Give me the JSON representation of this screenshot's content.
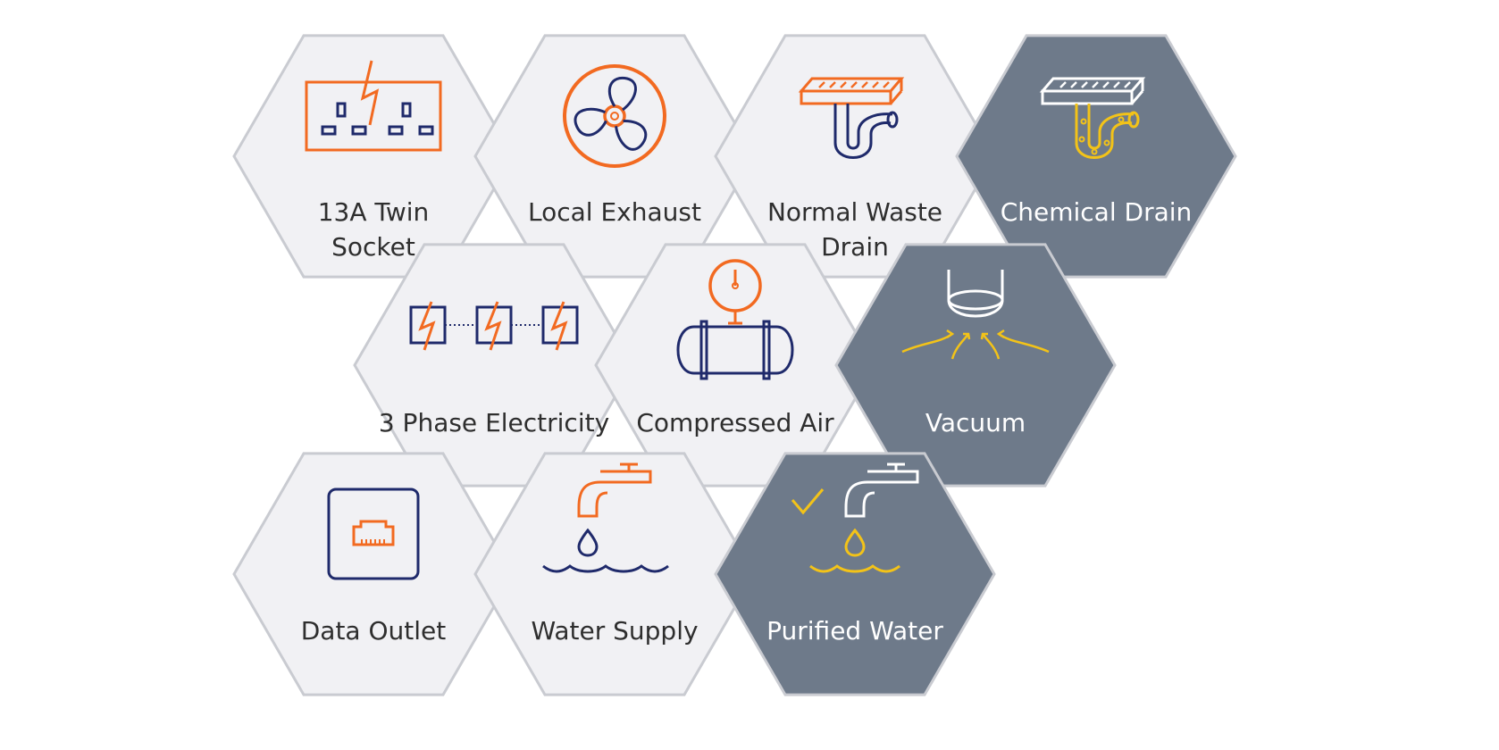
{
  "colors": {
    "light_fill": "#f1f1f4",
    "dark_fill": "#6e7a8a",
    "border": "#c9cbd1",
    "orange": "#f26a21",
    "navy": "#1f2a6b",
    "yellow": "#f3c318",
    "white_line": "#ffffff",
    "light_text": "#2e2e2e",
    "dark_text": "#ffffff"
  },
  "tiles": [
    {
      "id": "socket",
      "lines": [
        "13A Twin",
        "Socket"
      ],
      "theme": "light",
      "icon": "twin-socket-icon"
    },
    {
      "id": "exhaust",
      "lines": [
        "Local Exhaust"
      ],
      "theme": "light",
      "icon": "exhaust-fan-icon"
    },
    {
      "id": "waste",
      "lines": [
        "Normal Waste",
        "Drain"
      ],
      "theme": "light",
      "icon": "waste-drain-icon"
    },
    {
      "id": "chemical",
      "lines": [
        "Chemical Drain"
      ],
      "theme": "dark",
      "icon": "chemical-drain-icon"
    },
    {
      "id": "three-phase",
      "lines": [
        "3 Phase Electricity"
      ],
      "theme": "light",
      "icon": "three-phase-icon"
    },
    {
      "id": "compressed",
      "lines": [
        "Compressed Air"
      ],
      "theme": "light",
      "icon": "compressed-air-icon"
    },
    {
      "id": "vacuum",
      "lines": [
        "Vacuum"
      ],
      "theme": "dark",
      "icon": "vacuum-icon"
    },
    {
      "id": "data",
      "lines": [
        "Data Outlet"
      ],
      "theme": "light",
      "icon": "data-outlet-icon"
    },
    {
      "id": "water",
      "lines": [
        "Water Supply"
      ],
      "theme": "light",
      "icon": "water-supply-icon"
    },
    {
      "id": "purified",
      "lines": [
        "Purified Water"
      ],
      "theme": "dark",
      "icon": "purified-water-icon"
    }
  ]
}
